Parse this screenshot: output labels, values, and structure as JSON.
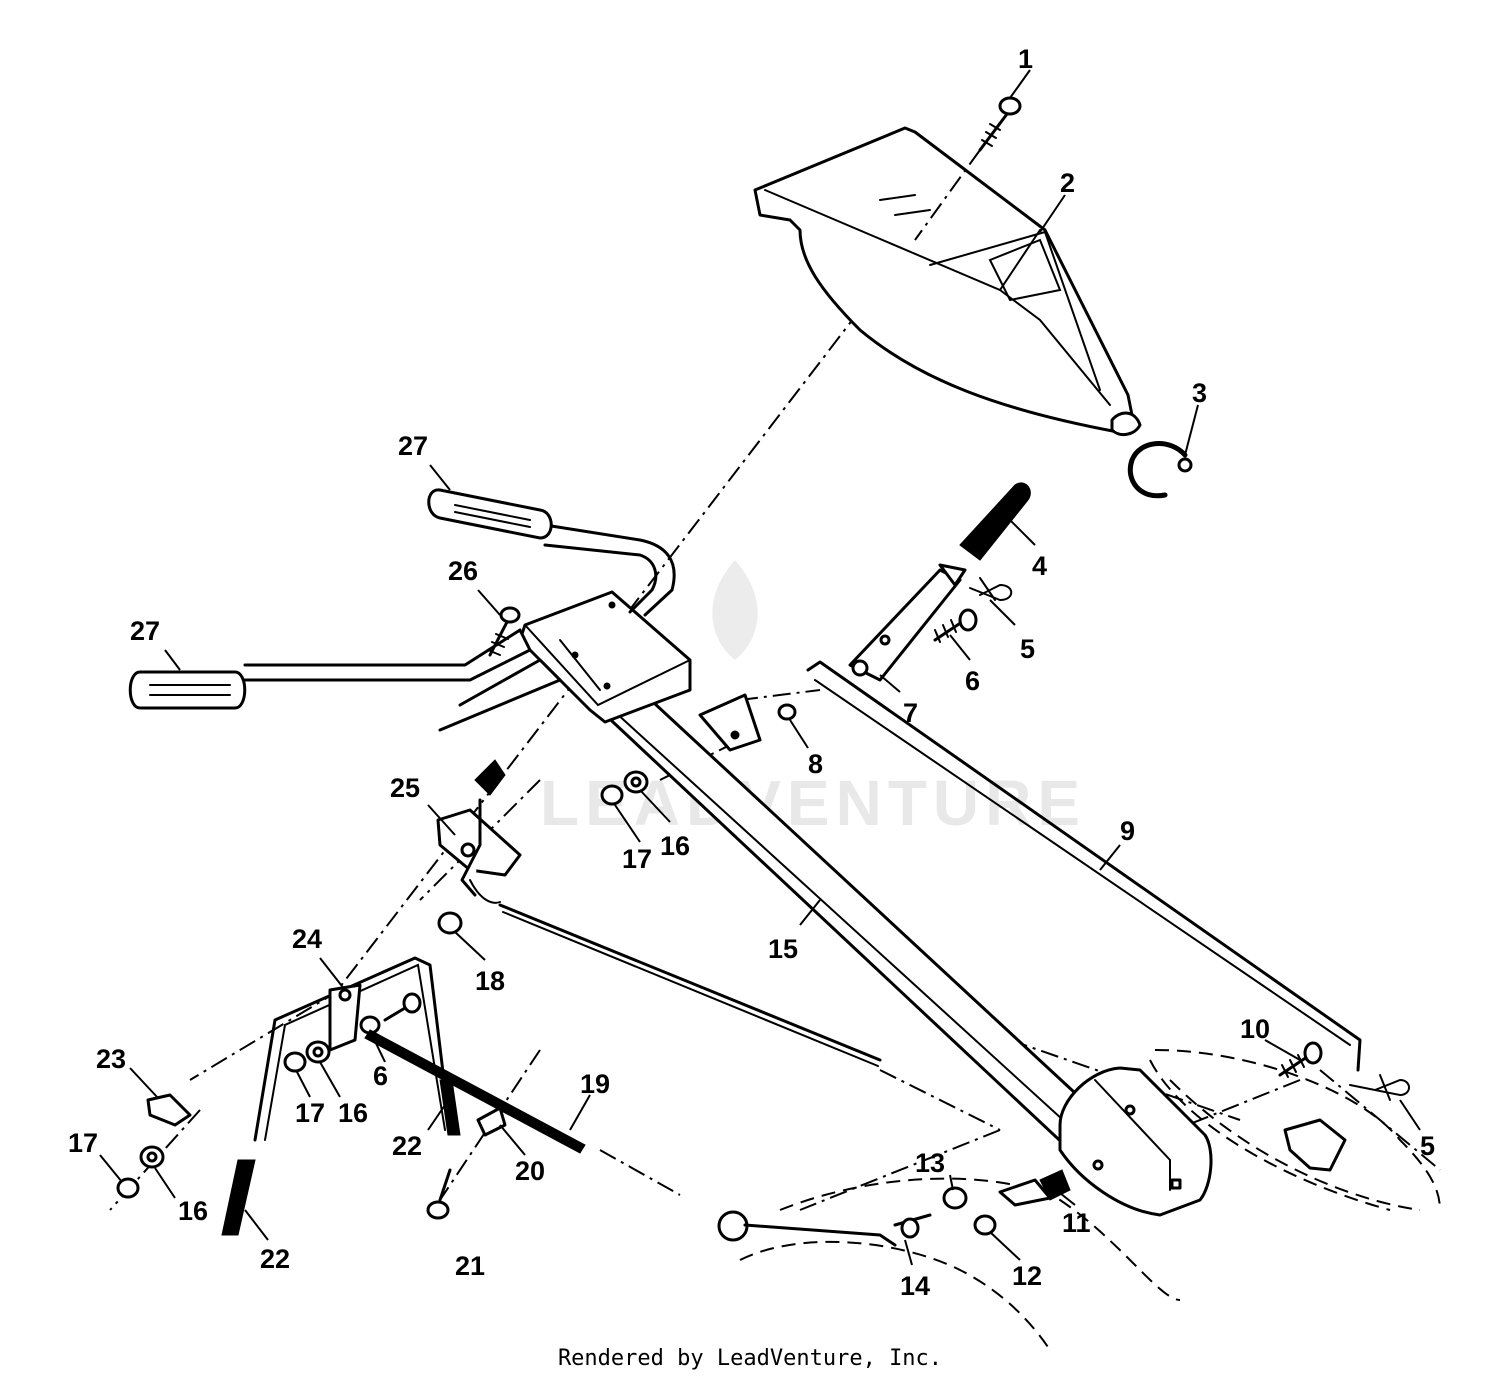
{
  "watermark": "LEADVENTURE",
  "footer": "Rendered by LeadVenture, Inc.",
  "callouts": [
    "1",
    "2",
    "3",
    "4",
    "5",
    "5",
    "6",
    "6",
    "7",
    "8",
    "9",
    "10",
    "11",
    "12",
    "13",
    "14",
    "15",
    "16",
    "16",
    "16",
    "17",
    "17",
    "17",
    "18",
    "19",
    "20",
    "21",
    "22",
    "22",
    "23",
    "24",
    "25",
    "26",
    "27",
    "27"
  ]
}
